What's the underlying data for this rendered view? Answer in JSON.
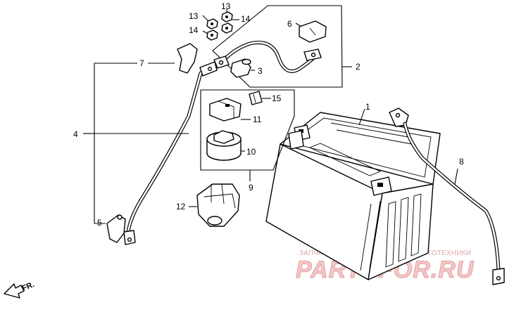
{
  "callouts": {
    "c1": "1",
    "c2": "2",
    "c3": "3",
    "c4": "4",
    "c5": "5",
    "c6": "6",
    "c7": "7",
    "c8": "8",
    "c9": "9",
    "c10": "10",
    "c11": "11",
    "c12": "12",
    "c13a": "13",
    "c13b": "13",
    "c14a": "14",
    "c14b": "14",
    "c15": "15"
  },
  "watermark": {
    "caption": "ЗАПЧАСТИ И АКСЕССУАРЫ ДЛЯ МОТОТЕХНИКИ",
    "logo": "PARTSFOR.RU"
  },
  "direction_marker": {
    "label": "FR."
  }
}
